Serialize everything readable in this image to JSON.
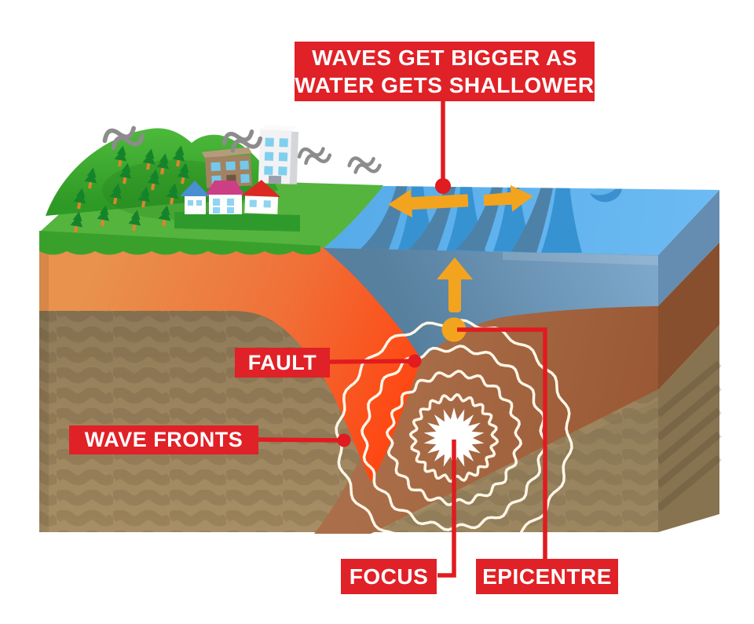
{
  "banner": {
    "line1": "WAVES GET BIGGER AS",
    "line2": "WATER GETS SHALLOWER"
  },
  "callouts": {
    "fault": "FAULT",
    "wave_fronts": "WAVE FRONTS",
    "focus": "FOCUS",
    "epicentre": "EPICENTRE"
  },
  "colors": {
    "label_red": "#e02127",
    "connector_red": "#e11b1f",
    "arrow_orange": "#f3a41e",
    "epicentre_orange": "#f3a41e",
    "ocean_surface_blue": "#63b5f0",
    "ocean_deep_blue": "#5d87ab",
    "land_green": "#55b43e",
    "crust_orange": "#e8924e",
    "subducting_slab_red_orange": "#ff4612",
    "oceanic_plate_brown": "#a3633e",
    "sediment_tan": "#9b835c",
    "wavefront_ring_cream": "#fff6e7",
    "focus_starburst_white": "#ffffff",
    "shake_mark_gray": "#8c8c8c"
  },
  "icons": {
    "focus_marker": "starburst-icon",
    "epicentre_marker": "epicentre-dot-icon",
    "uplift": "up-arrow-icon",
    "wave_direction_left": "left-arrow-icon",
    "wave_direction_right": "right-arrow-icon",
    "shaking": "shake-squiggle-icon",
    "seismic_waves": "wavefront-rings-icon"
  }
}
